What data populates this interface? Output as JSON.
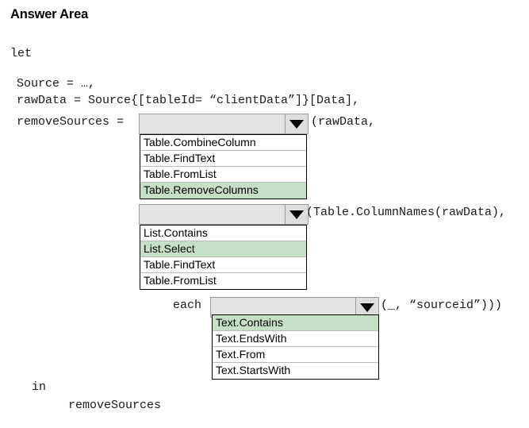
{
  "page": {
    "title": "Answer Area"
  },
  "code": {
    "let": "let",
    "source": "Source = …,",
    "rawdata": "rawData = Source{[tableId= “clientData”]}[Data],",
    "remove_sources": "removeSources =",
    "after_dropdown1": "(rawData,",
    "after_dropdown2": "(Table.ColumnNames(rawData),",
    "each": "each",
    "after_dropdown3": "(_, “sourceid”)))",
    "in": "in",
    "result": "removeSources"
  },
  "dropdowns": [
    {
      "id": "dropdown-1",
      "name": "function-dropdown-1",
      "selected_value": "",
      "expanded": true,
      "options": [
        {
          "label": "Table.CombineColumn",
          "selected": false
        },
        {
          "label": "Table.FindText",
          "selected": false
        },
        {
          "label": "Table.FromList",
          "selected": false
        },
        {
          "label": "Table.RemoveColumns",
          "selected": true
        }
      ]
    },
    {
      "id": "dropdown-2",
      "name": "function-dropdown-2",
      "selected_value": "",
      "expanded": true,
      "options": [
        {
          "label": "List.Contains",
          "selected": false
        },
        {
          "label": "List.Select",
          "selected": true
        },
        {
          "label": "Table.FindText",
          "selected": false
        },
        {
          "label": "Table.FromList",
          "selected": false
        }
      ]
    },
    {
      "id": "dropdown-3",
      "name": "function-dropdown-3",
      "selected_value": "",
      "expanded": true,
      "options": [
        {
          "label": "Text.Contains",
          "selected": true
        },
        {
          "label": "Text.EndsWith",
          "selected": false
        },
        {
          "label": "Text.From",
          "selected": false
        },
        {
          "label": "Text.StartsWith",
          "selected": false
        }
      ]
    }
  ],
  "colors": {
    "selected_highlight": "#c6e0c6",
    "combo_fill": "#e3e3e3",
    "combo_border": "#9a9a9a",
    "list_border": "#000000",
    "row_separator": "#b9b9b9",
    "text": "#000000"
  }
}
